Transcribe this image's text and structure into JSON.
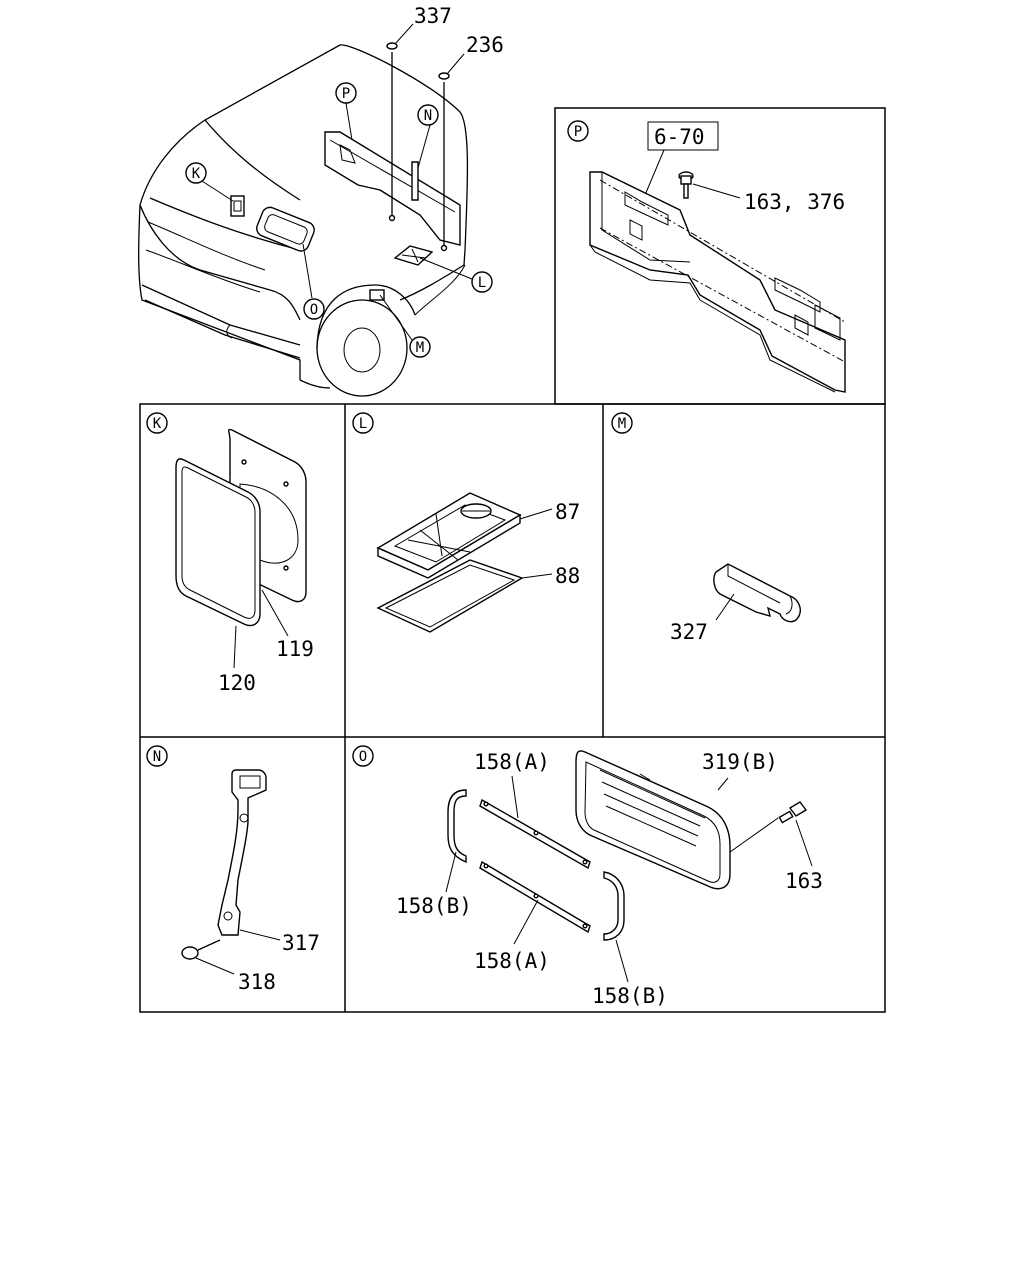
{
  "callouts": {
    "p337": "337",
    "p236": "236",
    "p163_376": "163, 376",
    "ref_6_70": "6-70",
    "p87": "87",
    "p88": "88",
    "p119": "119",
    "p120": "120",
    "p327": "327",
    "p317": "317",
    "p318": "318",
    "p158a_top": "158(A)",
    "p158a_bottom": "158(A)",
    "p158b_left": "158(B)",
    "p158b_right": "158(B)",
    "p319b": "319(B)",
    "p163": "163"
  },
  "markers": {
    "K": "K",
    "L": "L",
    "M": "M",
    "N": "N",
    "O": "O",
    "P": "P"
  },
  "panels": {
    "P": "P",
    "K": "K",
    "L": "L",
    "M": "M",
    "N": "N",
    "O": "O"
  }
}
